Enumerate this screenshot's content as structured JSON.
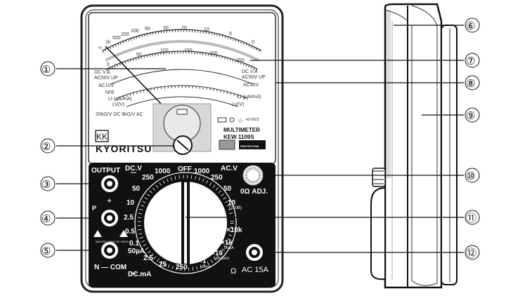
{
  "meter": {
    "scale_ohm": [
      "∞",
      "1k",
      "500",
      "200",
      "100",
      "50",
      "30",
      "20",
      "10",
      "5",
      "0"
    ],
    "scale_dc": [
      "0",
      "50",
      "100",
      "150",
      "200",
      "250"
    ],
    "scale_left_labels": [
      "DC V.A",
      "AC50V UP",
      "AC10V",
      "hFE",
      "LI (µA/mA)",
      "LV(V)"
    ],
    "scale_right_labels": [
      "DC V.A",
      "AC50V UP",
      "AC10V",
      "LI (µA/mA)",
      "LV(V)"
    ],
    "sensitivity": "20kΩ/V DC\n9kΩ/V AC",
    "model_title": "MULTIMETER",
    "model_name": "KEW 1109S",
    "brand": "KYORITSU",
    "brand_logo": "KK",
    "code": "42-0823",
    "protection": "PROTECTION"
  },
  "panel": {
    "terminal_output": "OUTPUT",
    "terminal_p": "P",
    "terminal_plus": "+",
    "terminal_n_com": "N — COM",
    "warning_text": "MAX DC 1000V AC 1000V",
    "ohm_adj": "0Ω ADJ.",
    "ac15a": "AC 15A",
    "off": "OFF",
    "dcv_label": "DC.V",
    "acv_label": "AC.V",
    "dcma_label": "DC.mA",
    "ohm_symbol": "Ω",
    "dcv_ranges": [
      "1000",
      "250",
      "50",
      "10",
      "2.5",
      "0.5",
      "0.1"
    ],
    "acv_ranges": [
      "1000",
      "250",
      "50",
      "10"
    ],
    "acv_10_db": "(22dB)",
    "dcma_ranges": [
      "50µA",
      "2.5",
      "25",
      "250"
    ],
    "ohm_ranges": [
      "×10k",
      "×1k",
      "×10",
      "×1"
    ],
    "ohm_1k_note": "150µA",
    "ohm_10_note": "15mA(lnr)",
    "ohm_1_note": "150mA"
  },
  "callouts": [
    "①",
    "②",
    "③",
    "④",
    "⑤",
    "⑥",
    "⑦",
    "⑧",
    "⑨",
    "⑩",
    "⑪",
    "⑫"
  ]
}
